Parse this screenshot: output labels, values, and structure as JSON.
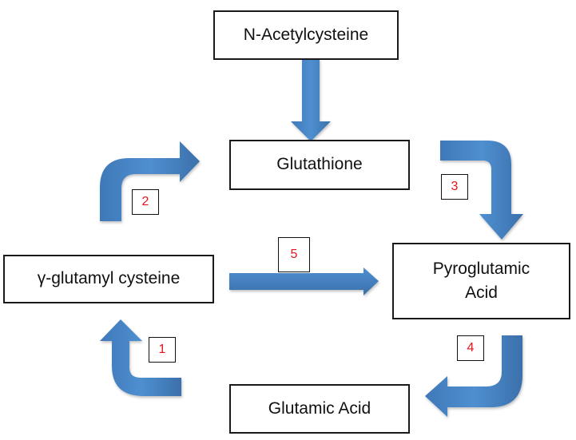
{
  "colors": {
    "arrow": "#4a86c5",
    "arrow_dark": "#3b70ab",
    "step_text": "#e8141b",
    "border": "#1a1a1a"
  },
  "nodes": {
    "nac": "N-Acetylcysteine",
    "glutathione": "Glutathione",
    "pyroglutamic_line1": "Pyroglutamic",
    "pyroglutamic_line2": "Acid",
    "glutamic": "Glutamic Acid",
    "gamma": "γ-glutamyl cysteine"
  },
  "steps": [
    "1",
    "2",
    "3",
    "4",
    "5"
  ]
}
